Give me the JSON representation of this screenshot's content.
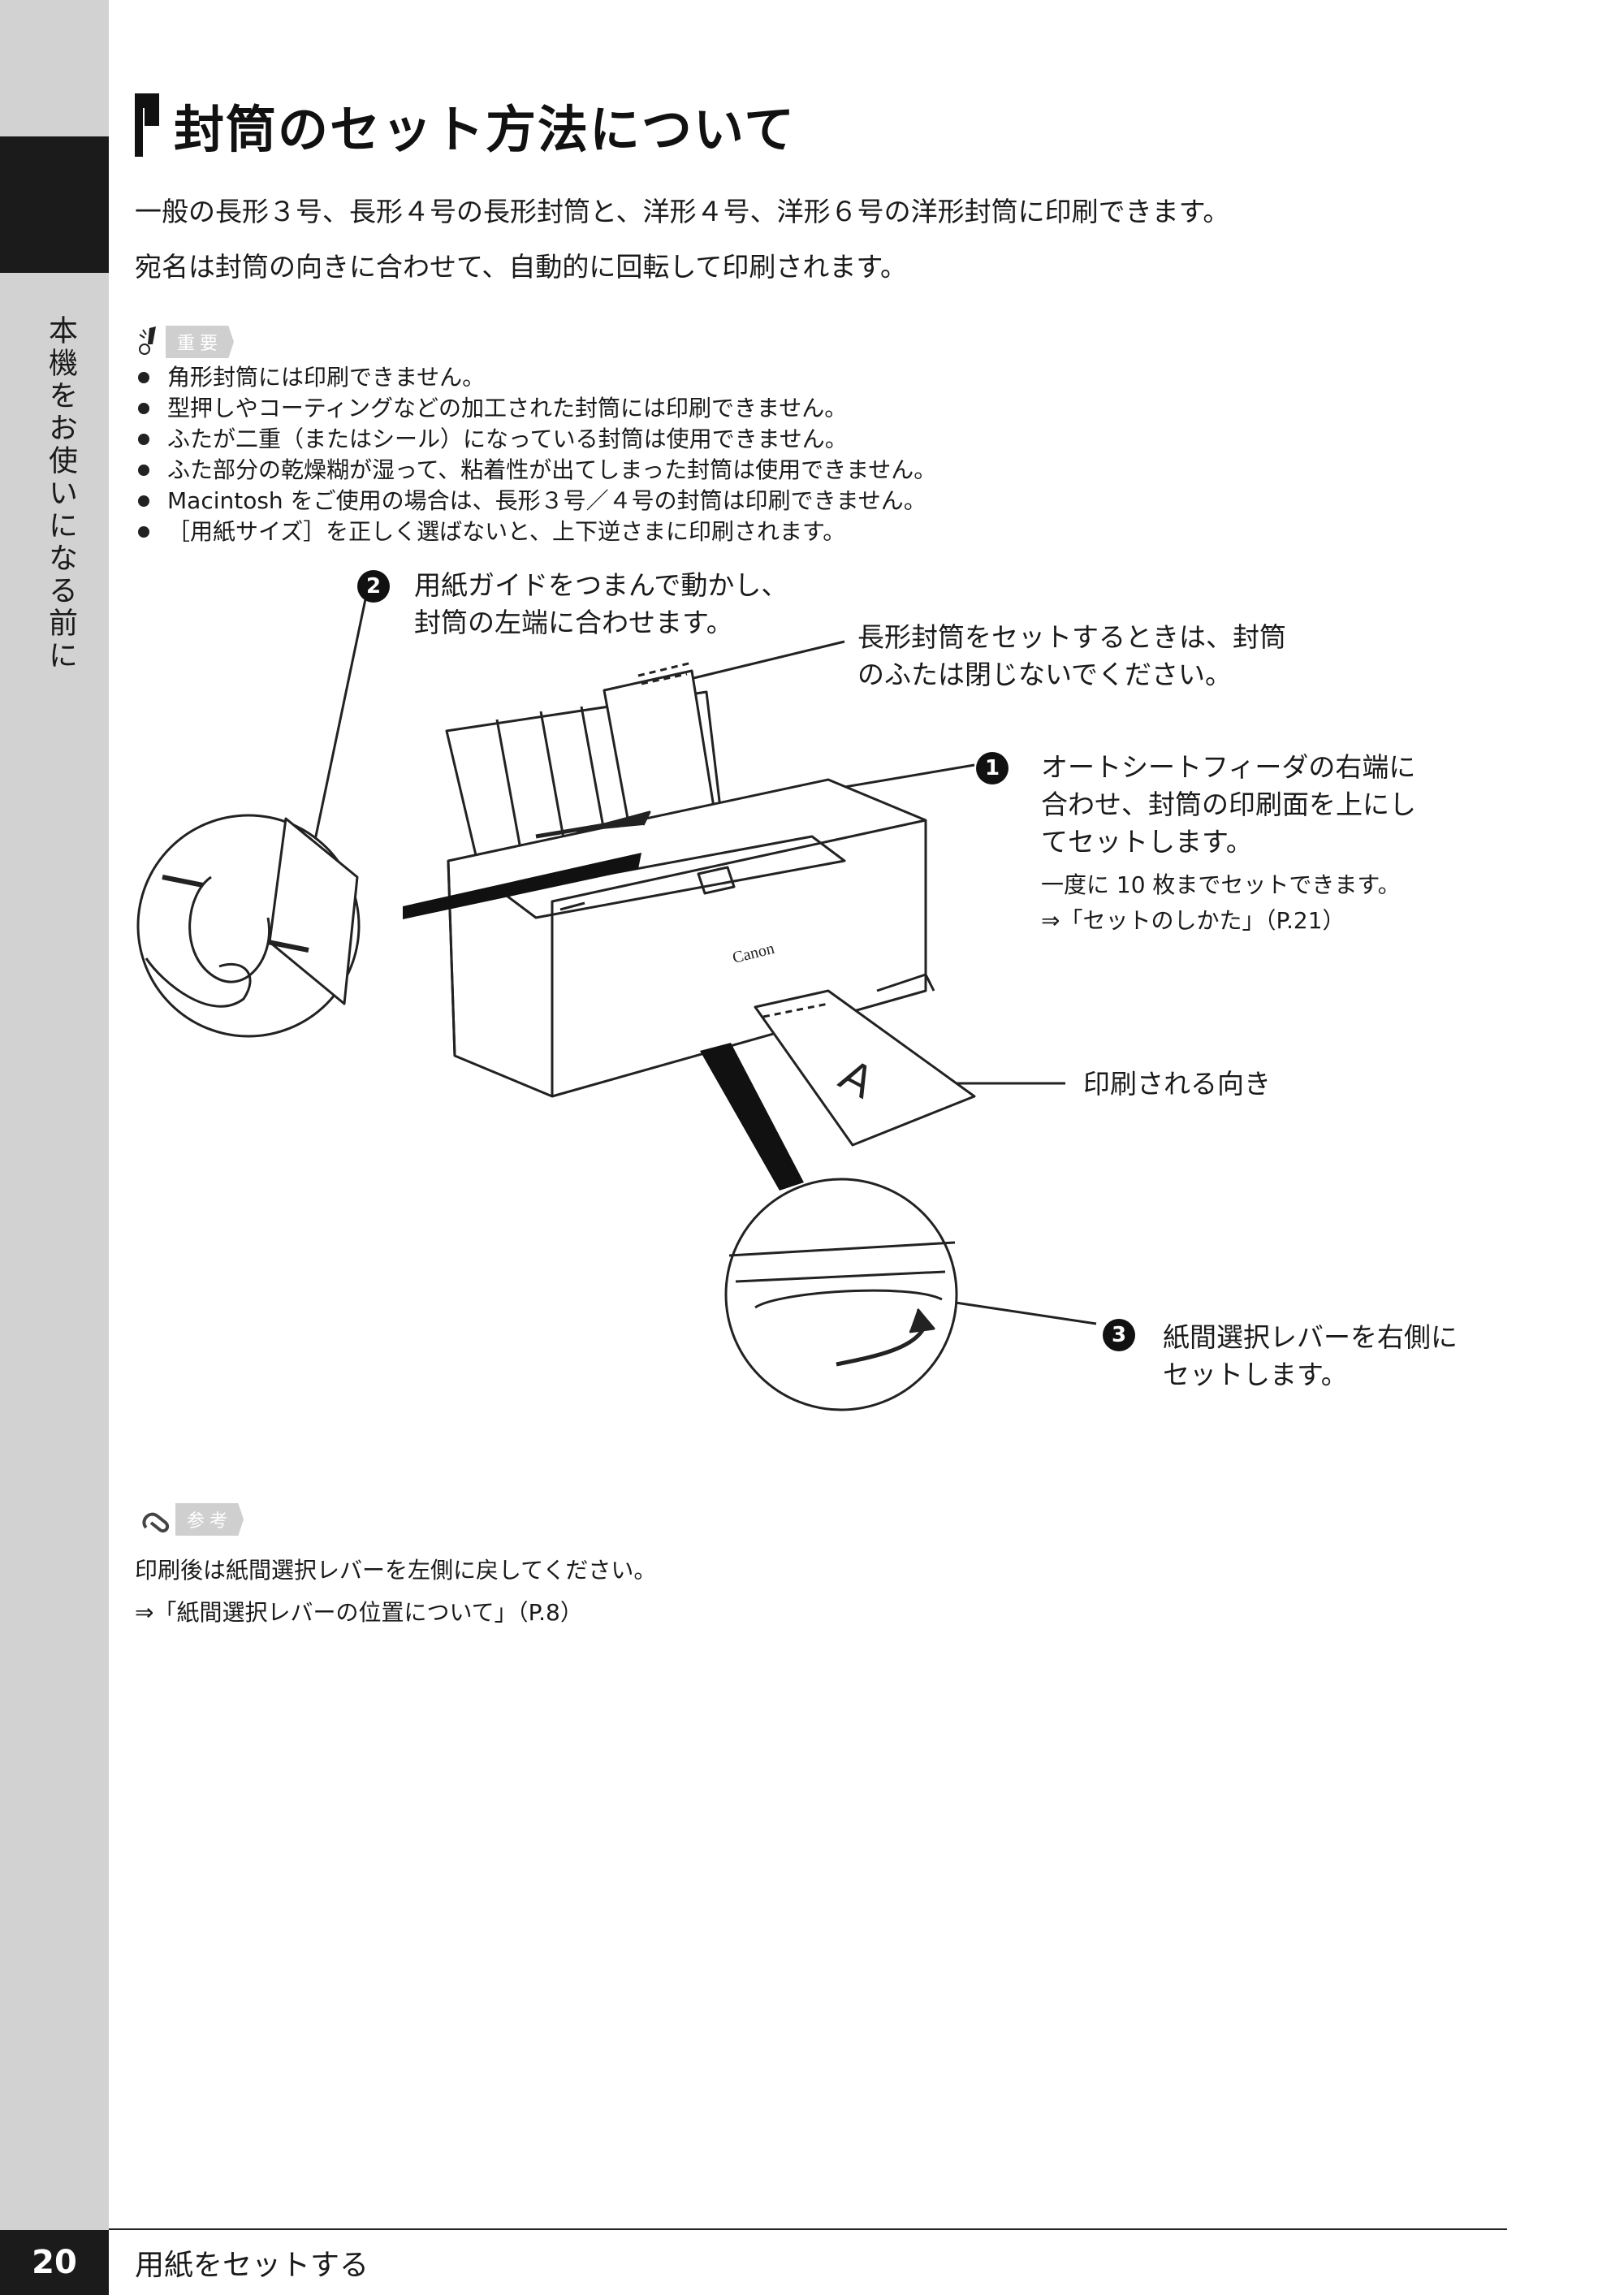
{
  "sidebar": {
    "chapter_label": "本機をお使いになる前に"
  },
  "header": {
    "title": "封筒のセット方法について"
  },
  "intro": {
    "line1": "一般の長形３号、長形４号の長形封筒と、洋形４号、洋形６号の洋形封筒に印刷できます。",
    "line2": "宛名は封筒の向きに合わせて、自動的に回転して印刷されます。"
  },
  "caution": {
    "badge": "重要",
    "items": [
      "角形封筒には印刷できません。",
      "型押しやコーティングなどの加工された封筒には印刷できません。",
      "ふたが二重（またはシール）になっている封筒は使用できません。",
      "ふた部分の乾燥糊が湿って、粘着性が出てしまった封筒は使用できません。",
      "Macintosh をご使用の場合は、長形３号／４号の封筒は印刷できません。",
      "［用紙サイズ］を正しく選ばないと、上下逆さまに印刷されます。"
    ]
  },
  "figure": {
    "step2": {
      "number": "2",
      "line1": "用紙ガイドをつまんで動かし、",
      "line2": "封筒の左端に合わせます。"
    },
    "flap_note": {
      "line1": "長形封筒をセットするときは、封筒",
      "line2": "のふたは閉じないでください。"
    },
    "step1": {
      "number": "1",
      "line1": "オートシートフィーダの右端に",
      "line2": "合わせ、封筒の印刷面を上にし",
      "line3": "てセットします。",
      "sub1": "一度に 10 枚までセットできます。",
      "sub2": "⇒「セットのしかた」（P.21）"
    },
    "print_direction": "印刷される向き",
    "step3": {
      "number": "3",
      "line1": "紙間選択レバーを右側に",
      "line2": "セットします。"
    },
    "brand": "Canon",
    "envelope_letter": "A"
  },
  "note": {
    "badge": "参考",
    "line1": "印刷後は紙間選択レバーを左側に戻してください。",
    "line2": "⇒「紙間選択レバーの位置について」（P.8）"
  },
  "footer": {
    "page_number": "20",
    "section": "用紙をセットする"
  }
}
